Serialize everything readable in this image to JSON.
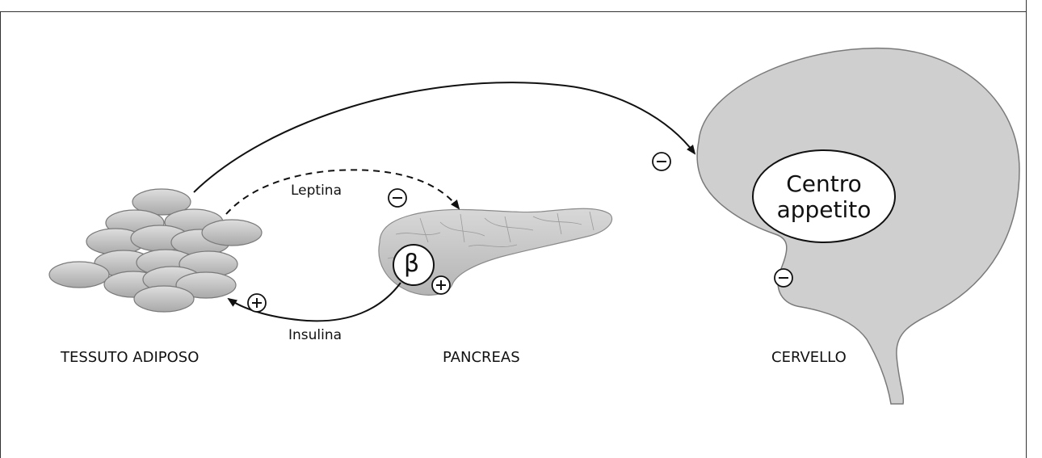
{
  "header": {
    "caption_fragment": ""
  },
  "labels": {
    "adipose": "TESSUTO ADIPOSO",
    "pancreas": "PANCREAS",
    "brain": "CERVELLO",
    "leptin": "Leptina",
    "insulin": "Insulina",
    "appetite_center_line1": "Centro",
    "appetite_center_line2": "appetito",
    "beta_cell": "β"
  },
  "signs": {
    "plus": "+",
    "minus": "−"
  },
  "colors": {
    "organ_fill": "#c9c9c9",
    "organ_stroke": "#777777",
    "brain_fill": "#cfcfcf",
    "line": "#111111"
  }
}
